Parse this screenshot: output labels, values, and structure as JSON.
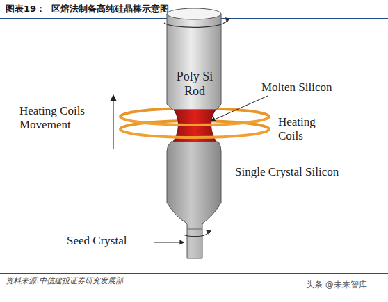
{
  "diagram": {
    "title": "图表19：  区熔法制备高纯硅晶棒示意图",
    "caption": "资料来源:中信建投证券研究发展部",
    "labels": [
      "Poly Si Rod",
      "Molten Silicon",
      "Heating Coils Movement",
      "Heating Coils",
      "Single Crystal Silicon",
      "Seed Crystal",
      "头条 @未来智库"
    ]
  }
}
